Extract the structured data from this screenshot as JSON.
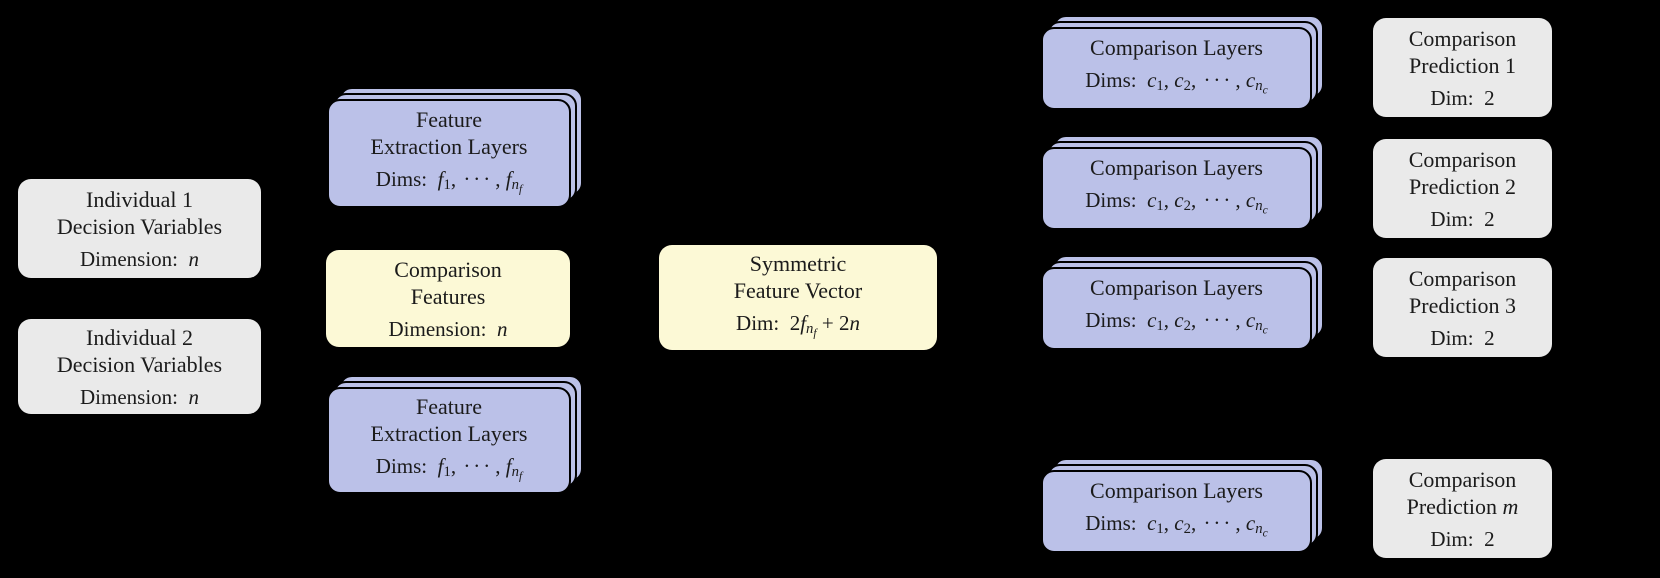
{
  "colors": {
    "bg": "#000000",
    "box_gray": "#eaeaea",
    "box_blue": "#bbc1e8",
    "box_yellow": "#fcf9d6",
    "border": "#000000",
    "text": "#1b1b1b"
  },
  "boxes": {
    "individual1": {
      "line1": [
        {
          "t": "Individual 1"
        }
      ],
      "line2": [
        {
          "t": "Decision Variables"
        }
      ],
      "dims": [
        {
          "t": "Dimension:  "
        },
        {
          "t": "n",
          "s": "i"
        }
      ]
    },
    "individual2": {
      "line1": [
        {
          "t": "Individual 2"
        }
      ],
      "line2": [
        {
          "t": "Decision Variables"
        }
      ],
      "dims": [
        {
          "t": "Dimension:  "
        },
        {
          "t": "n",
          "s": "i"
        }
      ]
    },
    "feature_extraction": {
      "line1": [
        {
          "t": "Feature"
        }
      ],
      "line2": [
        {
          "t": "Extraction Layers"
        }
      ],
      "dims": [
        {
          "t": "Dims:  "
        },
        {
          "t": "f",
          "s": "i"
        },
        {
          "t": "1",
          "s": "sub"
        },
        {
          "t": ", "
        },
        {
          "t": "···",
          "s": "dots"
        },
        {
          "t": ", "
        },
        {
          "t": "f",
          "s": "i"
        },
        {
          "t": "n",
          "s": "subi"
        },
        {
          "t": "f",
          "s": "ssubi"
        }
      ]
    },
    "comparison_features": {
      "line1": [
        {
          "t": "Comparison"
        }
      ],
      "line2": [
        {
          "t": "Features"
        }
      ],
      "dims": [
        {
          "t": "Dimension:  "
        },
        {
          "t": "n",
          "s": "i"
        }
      ]
    },
    "symmetric_feature_vector": {
      "line1": [
        {
          "t": "Symmetric"
        }
      ],
      "line2": [
        {
          "t": "Feature Vector"
        }
      ],
      "dims": [
        {
          "t": "Dim:  2"
        },
        {
          "t": "f",
          "s": "i"
        },
        {
          "t": "n",
          "s": "subi"
        },
        {
          "t": "f",
          "s": "ssubi"
        },
        {
          "t": " + 2"
        },
        {
          "t": "n",
          "s": "i"
        }
      ]
    },
    "comparison_layers": {
      "line1": [
        {
          "t": "Comparison Layers"
        }
      ],
      "dims": [
        {
          "t": "Dims:  "
        },
        {
          "t": "c",
          "s": "i"
        },
        {
          "t": "1",
          "s": "sub"
        },
        {
          "t": ", "
        },
        {
          "t": "c",
          "s": "i"
        },
        {
          "t": "2",
          "s": "sub"
        },
        {
          "t": ", "
        },
        {
          "t": "···",
          "s": "dots"
        },
        {
          "t": ", "
        },
        {
          "t": "c",
          "s": "i"
        },
        {
          "t": "n",
          "s": "subi"
        },
        {
          "t": "c",
          "s": "ssubi"
        }
      ]
    },
    "prediction1": {
      "line1": [
        {
          "t": "Comparison"
        }
      ],
      "line2": [
        {
          "t": "Prediction 1"
        }
      ],
      "dims": [
        {
          "t": "Dim:  2"
        }
      ]
    },
    "prediction2": {
      "line1": [
        {
          "t": "Comparison"
        }
      ],
      "line2": [
        {
          "t": "Prediction 2"
        }
      ],
      "dims": [
        {
          "t": "Dim:  2"
        }
      ]
    },
    "prediction3": {
      "line1": [
        {
          "t": "Comparison"
        }
      ],
      "line2": [
        {
          "t": "Prediction 3"
        }
      ],
      "dims": [
        {
          "t": "Dim:  2"
        }
      ]
    },
    "predictionm": {
      "line1": [
        {
          "t": "Comparison"
        }
      ],
      "line2": [
        {
          "t": "Prediction "
        },
        {
          "t": "m",
          "s": "i"
        }
      ],
      "dims": [
        {
          "t": "Dim:  2"
        }
      ]
    }
  }
}
